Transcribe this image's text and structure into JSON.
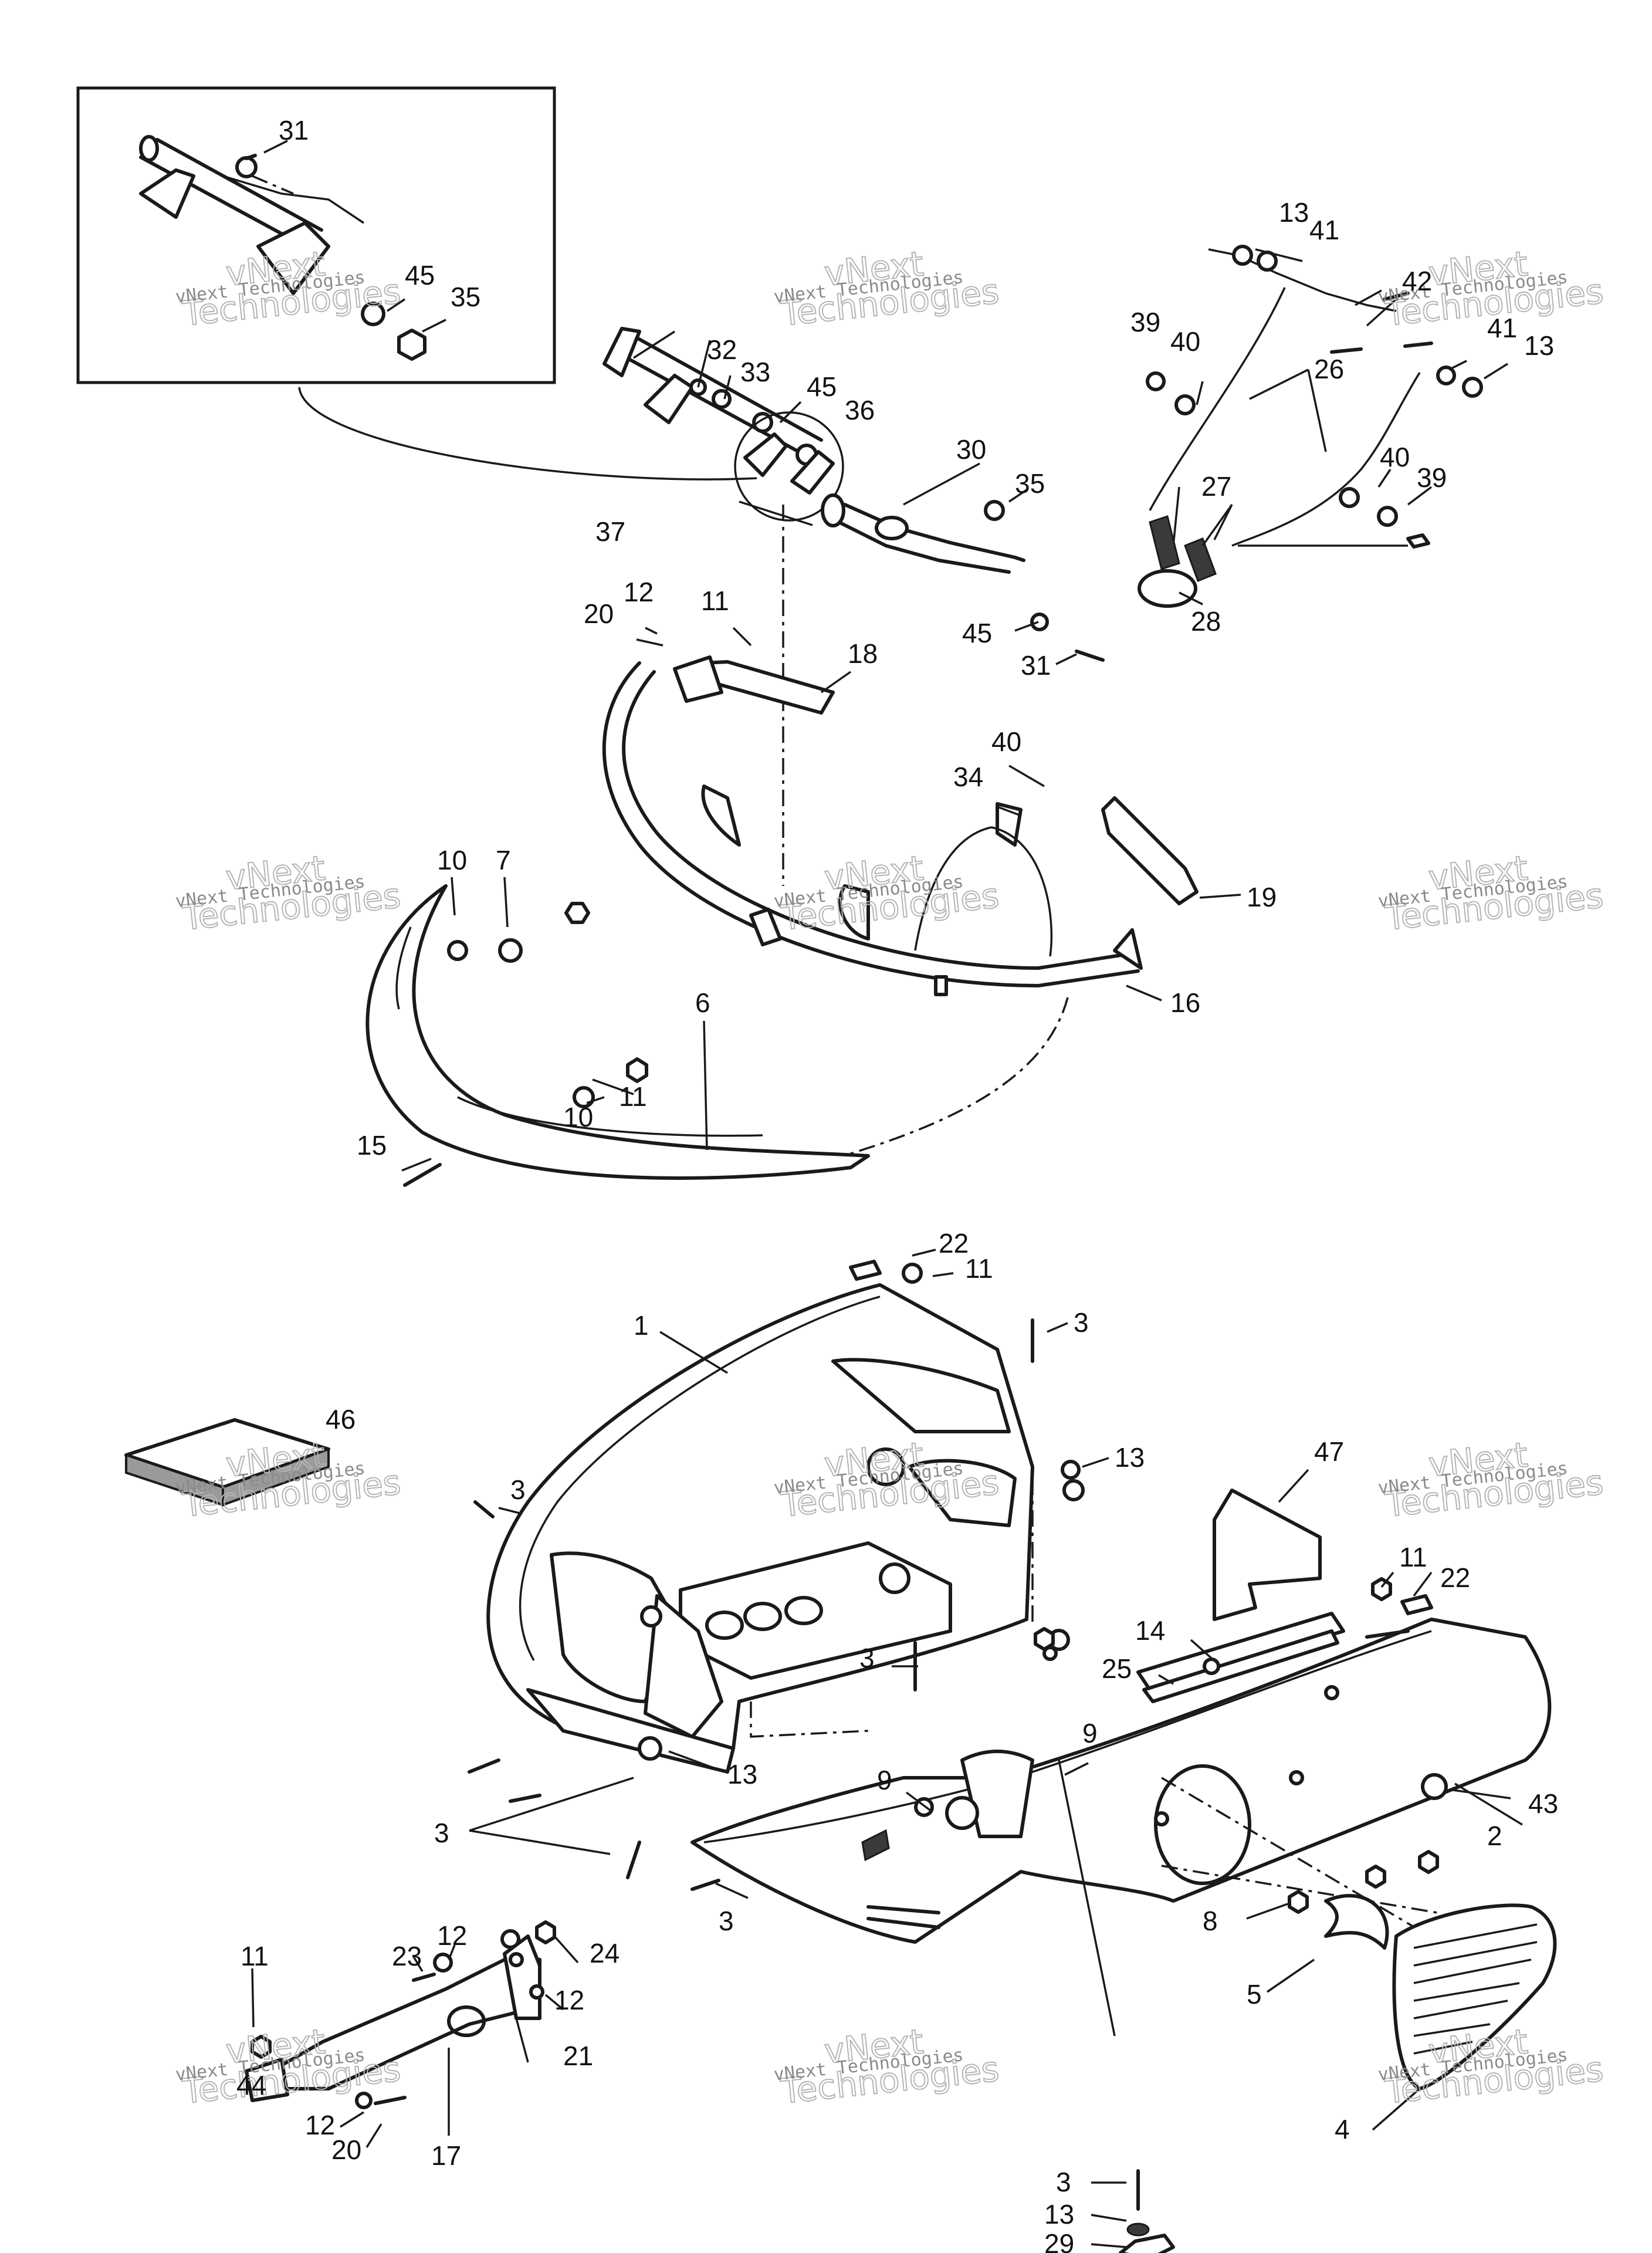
{
  "watermark": {
    "line1": "vNext Technologies",
    "line2": "vNext",
    "line3": "Technologies"
  },
  "callouts": {
    "c1": "1",
    "c2": "2",
    "c3": "3",
    "c4": "4",
    "c5": "5",
    "c6": "6",
    "c7": "7",
    "c8": "8",
    "c9": "9",
    "c10": "10",
    "c11": "11",
    "c12": "12",
    "c13": "13",
    "c14": "14",
    "c15": "15",
    "c16": "16",
    "c17": "17",
    "c18": "18",
    "c19": "19",
    "c20": "20",
    "c21": "21",
    "c22": "22",
    "c23": "23",
    "c24": "24",
    "c25": "25",
    "c26": "26",
    "c27": "27",
    "c28": "28",
    "c29": "29",
    "c30": "30",
    "c31": "31",
    "c32": "32",
    "c33": "33",
    "c34": "34",
    "c35": "35",
    "c36": "36",
    "c37": "37",
    "c39": "39",
    "c40": "40",
    "c41": "41",
    "c42": "42",
    "c43": "43",
    "c44": "44",
    "c45": "45",
    "c46": "46",
    "c47": "47"
  }
}
